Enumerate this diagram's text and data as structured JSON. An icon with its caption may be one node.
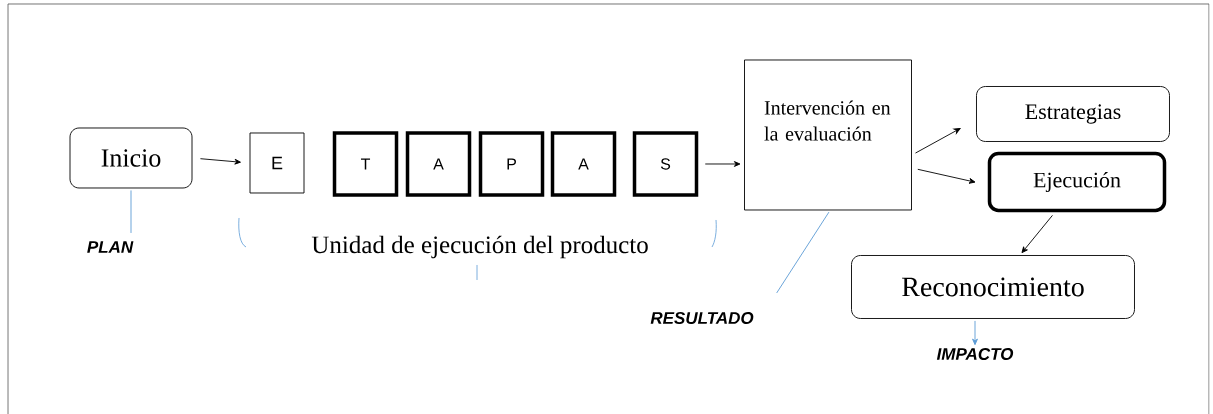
{
  "diagram": {
    "nodes": [
      {
        "text": [
          "Inicio"
        ]
      },
      {
        "text": [
          "E"
        ]
      },
      {
        "text": [
          "T"
        ]
      },
      {
        "text": [
          "A"
        ]
      },
      {
        "text": [
          "P"
        ]
      },
      {
        "text": [
          "A"
        ]
      },
      {
        "text": [
          "S"
        ]
      },
      {
        "text": [
          "Intervención en la evaluación"
        ]
      },
      {
        "text": [
          "Estrategias"
        ]
      },
      {
        "text": [
          "Ejecución"
        ]
      },
      {
        "text": [
          "Reconocimiento"
        ]
      },
      {
        "text": [
          "PLAN"
        ]
      },
      {
        "text": [
          "RESULTADO"
        ]
      },
      {
        "text": [
          "IMPACTO"
        ]
      }
    ],
    "edges": [
      {
        "from": 0,
        "to": 1,
        "arrow": "to"
      },
      {
        "from": 6,
        "to": 7,
        "arrow": "to"
      },
      {
        "from": 7,
        "to": 8,
        "arrow": "to"
      },
      {
        "from": 7,
        "to": 9,
        "arrow": "to"
      },
      {
        "from": 9,
        "to": 10,
        "arrow": "to"
      },
      {
        "from": 0,
        "to": 11,
        "arrow": "none",
        "color": "#5b9bd5"
      },
      {
        "from": 7,
        "to": 12,
        "arrow": "none",
        "color": "#5b9bd5"
      },
      {
        "from": 10,
        "to": 13,
        "arrow": "to",
        "color": "#5b9bd5"
      }
    ],
    "labels": [
      "Unidad de ejecución del producto"
    ]
  }
}
